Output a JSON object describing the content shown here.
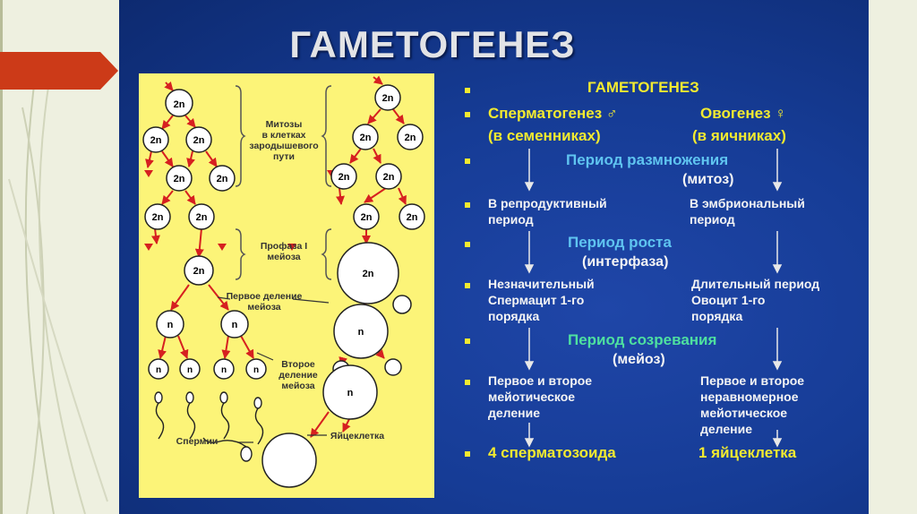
{
  "slide": {
    "title": "ГАМЕТОГЕНЕЗ",
    "colors": {
      "slide_bg": "#163c96",
      "panel_bg": "#fcf478",
      "arrow_red": "#d62020",
      "accent_yellow": "#f2ea30",
      "period_blue": "#5fc4f0",
      "period_green": "#4ee0a0"
    }
  },
  "diagram": {
    "cells": {
      "diploid": "2n",
      "haploid": "n"
    },
    "labels": {
      "mitoses": "Митозы\nв клетках\nзародышевого\nпути",
      "prophase": "Профаза I\nмейоза",
      "first_division": "Первое деление\nмейоза",
      "second_division": "Второе\nделение\nмейоза",
      "sperm": "Спермии",
      "egg": "Яйцеклетка"
    }
  },
  "table": {
    "heading": "ГАМЕТОГЕНЕЗ",
    "spermatogenesis": "Сперматогенез ♂",
    "oogenesis": "Овогенез ♀",
    "in_testes": "(в семенниках)",
    "in_ovaries": "(в яичниках)",
    "period1": "Период размножения",
    "period1_sub": "(митоз)",
    "sperm_repro": "В репродуктивный\nпериод",
    "oo_embryo": "В эмбриональный\nпериод",
    "period2": "Период  роста",
    "period2_sub": "(интерфаза)",
    "sperm_growth": "Незначительный\nСпермацит 1-го\nпорядка",
    "oo_growth": "Длительный период\nОвоцит 1-го\nпорядка",
    "period3": "Период созревания",
    "period3_sub": "(мейоз)",
    "sperm_meiosis": "Первое и второе\nмейотическое\nделение",
    "oo_meiosis": "Первое и второе\nнеравномерное\nмейотическое\nделение",
    "sperm_result": "4 сперматозоида",
    "oo_result": "1 яйцеклетка"
  }
}
